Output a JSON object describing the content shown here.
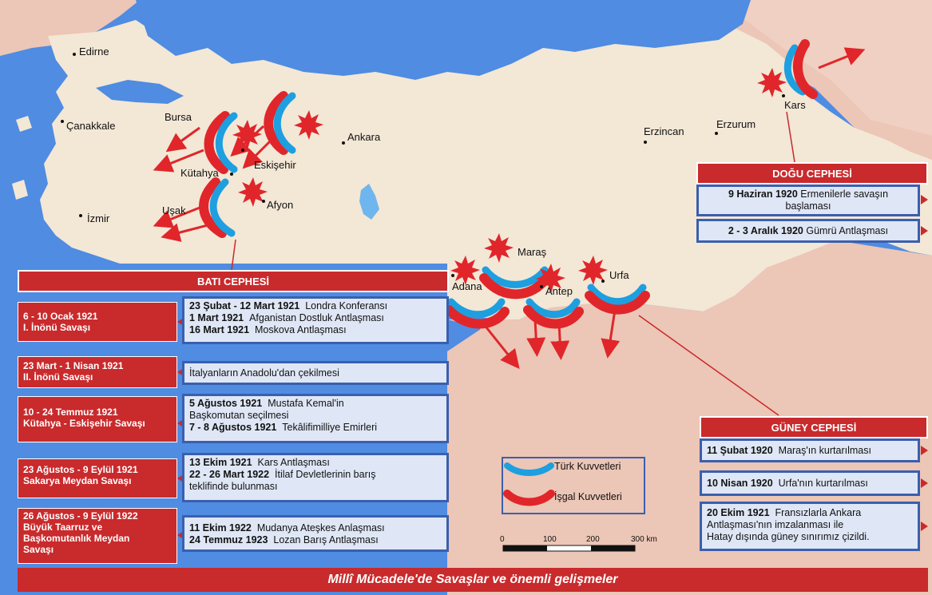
{
  "title": "Millî Mücadele'de Savaşlar ve önemli gelişmeler",
  "cities": {
    "edirne": "Edirne",
    "canakkale": "Çanakkale",
    "bursa": "Bursa",
    "eskisehir": "Eskişehir",
    "kutahya": "Kütahya",
    "usak": "Uşak",
    "afyon": "Afyon",
    "izmir": "İzmir",
    "ankara": "Ankara",
    "erzincan": "Erzincan",
    "erzurum": "Erzurum",
    "kars": "Kars",
    "maras": "Maraş",
    "adana": "Adana",
    "antep": "Antep",
    "urfa": "Urfa"
  },
  "west": {
    "header": "BATI CEPHESİ",
    "battles": [
      {
        "line1": "6 - 10 Ocak 1921",
        "line2": "I. İnönü Savaşı"
      },
      {
        "line1": "23 Mart - 1 Nisan 1921",
        "line2": "II. İnönü Savaşı"
      },
      {
        "line1": "10 - 24 Temmuz 1921",
        "line2": "Kütahya - Eskişehir Savaşı"
      },
      {
        "line1": "23 Ağustos - 9 Eylül 1921",
        "line2": "Sakarya Meydan Savaşı"
      },
      {
        "line1": "26 Ağustos - 9 Eylül 1922",
        "line2": "Büyük Taarruz ve",
        "line3": "Başkomutanlık Meydan",
        "line4": "Savaşı"
      }
    ],
    "events": {
      "e1a_date": "23 Şubat - 12 Mart 1921",
      "e1a_text": "Londra Konferansı",
      "e1b_date": "1 Mart 1921",
      "e1b_text": "Afganistan Dostluk Antlaşması",
      "e1c_date": "16 Mart 1921",
      "e1c_text": "Moskova Antlaşması",
      "e2_text": "İtalyanların Anadolu'dan çekilmesi",
      "e3a_date": "5 Ağustos 1921",
      "e3a_text": "Mustafa Kemal'in",
      "e3a_text2": "Başkomutan seçilmesi",
      "e3b_date": "7 - 8 Ağustos 1921",
      "e3b_text": "Tekâlifimilliye Emirleri",
      "e4a_date": "13 Ekim 1921",
      "e4a_text": "Kars Antlaşması",
      "e4b_date": "22 - 26 Mart 1922",
      "e4b_text": "İtilaf Devletlerinin barış",
      "e4b_text2": "teklifinde bulunması",
      "e5a_date": "11 Ekim 1922",
      "e5a_text": "Mudanya Ateşkes Anlaşması",
      "e5b_date": "24 Temmuz 1923",
      "e5b_text": "Lozan Barış Antlaşması"
    }
  },
  "east": {
    "header": "DOĞU CEPHESİ",
    "e1_date": "9 Haziran 1920",
    "e1_text": "Ermenilerle savaşın",
    "e1_text2": "başlaması",
    "e2_date": "2 - 3 Aralık 1920",
    "e2_text": "Gümrü Antlaşması"
  },
  "south": {
    "header": "GÜNEY CEPHESİ",
    "e1_date": "11 Şubat 1920",
    "e1_text": "Maraş'ın kurtarılması",
    "e2_date": "10 Nisan 1920",
    "e2_text": "Urfa'nın kurtarılması",
    "e3_date": "20 Ekim 1921",
    "e3_text": "Fransızlarla Ankara",
    "e3_text2": "Antlaşması'nın imzalanması ile",
    "e3_text3": "Hatay dışında güney sınırımız çizildi."
  },
  "legend": {
    "turk": "Türk Kuvvetleri",
    "isgal": "İşgal Kuvvetleri"
  },
  "scale": {
    "t0": "0",
    "t1": "100",
    "t2": "200",
    "t3": "300 km"
  },
  "colors": {
    "sea": "#4f8ce2",
    "land": "#f3e7d6",
    "foreign": "#ecc6b6",
    "red": "#c92a2c",
    "blue": "#1e9fe0",
    "box_border": "#3a5fae"
  }
}
